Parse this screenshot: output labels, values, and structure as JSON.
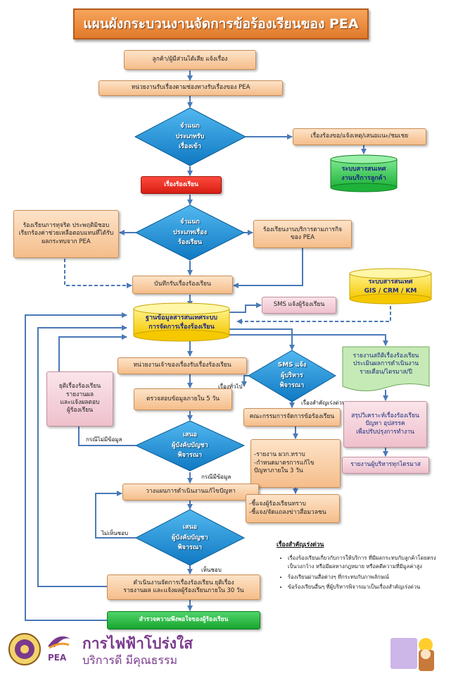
{
  "title": "แผนผังกระบวนงานจัดการข้อร้องเรียนของ PEA",
  "nodes": {
    "customer": "ลูกค้า/ผู้มีส่วนได้เสีย แจ้งเรื่อง",
    "receive_unit": "หน่วยงานรับเรื่องตามช่องทางรับเรื่องของ PEA",
    "classify_in": "จำแนก\nประเภทรับ\nเรื่องเข้า",
    "request_types": "เรื่องร้องขอ/แจ้งเหตุ/เสนอแนะ/ชมเชย",
    "info_system_service": "ระบบสารสนเทศ\nงานบริการลูกค้า",
    "complaint": "เรื่องร้องเรียน",
    "classify_complaint": "จำแนก\nประเภทเรื่อง\nร้องเรียน",
    "corruption": "ร้องเรียนการทุจริต ประพฤติมิชอบ\nเรียกร้องค่าช่วยเหลือตอบแทนที่ได้รับ\nผลกระทบจาก PEA",
    "business_service": "ร้องเรียนงานบริการตามภารกิจ\nของ PEA",
    "record": "บันทึกรับเรื่องร้องเรียน",
    "info_system_gis": "ระบบสารสนเทศ\nGIS / CRM / KM",
    "sms": "SMS แจ้งผู้ร้องเรียน",
    "database": "ฐานข้อมูลสารสนเทศระบบ\nการจัดการเรื่องร้องเรียน",
    "owner_unit": "หน่วยงานเจ้าของเรื่องรับเรื่องร้องเรียน",
    "check_data": "ตรวจสอบข้อมูลภายใน 5 วัน",
    "terminate": "ยุติเรื่องร้องเรียน\nรายงานผล\nและแจ้งผลตอบ\nผู้ร้องเรียน",
    "propose1": "เสนอ\nผู้บังคับบัญชา\nพิจารณา",
    "sms_exec": "SMS แจ้ง\nผู้บริหาร\nพิจารณา",
    "committee": "คณะกรรมการจัดการข้อร้องเรียน",
    "report_steps": "-รายงาน ผวก.ทราบ\n-กำหนดมาตรการแก้ไข\nปัญหาภายใน 3 วัน",
    "clarify": "-ชี้แจงผู้ร้องเรียนทราบ\n-ชี้แจง/จัดแถลงข่าวสื่อมวลชน",
    "stats": "รายงานสถิติเรื่องร้องเรียน\nประเมินผลการดำเนินงาน\nรายเดือน/ไตรมาส/ปี",
    "summary": "สรุปวิเคราะห์เรื่องร้องเรียน\nปัญหา อุปสรรค\nเพื่อปรับปรุงการทำงาน",
    "exec_report": "รายงานผู้บริหารทุกไตรมาส",
    "plan": "วางแผนการดำเนินงานแก้ไขปัญหา",
    "propose2": "เสนอ\nผู้บังคับบัญชา\nพิจารณา",
    "execute": "ดำเนินงานจัดการเรื่องร้องเรียน ยุติเรื่อง\nรายงานผล และแจ้งผลผู้ร้องเรียนภายใน 30 วัน",
    "survey": "สำรวจความพึงพอใจของผู้ร้องเรียน"
  },
  "edge_labels": {
    "general": "เรื่องทั่วไป",
    "urgent": "เรื่องสำคัญเร่งด่วน",
    "no_data": "กรณีไม่มีข้อมูล",
    "has_data": "กรณีมีข้อมูล",
    "disagree": "ไม่เห็นชอบ",
    "agree": "เห็นชอบ"
  },
  "notes": {
    "heading": "เรื่องสำคัญเร่งด่วน",
    "items": [
      "เรื่องร้องเรียนเกี่ยวกับการให้บริการ ที่มีผลกระทบกับลูกค้าโดยตรงเป็นวงกว้าง หรือมีผลทางกฎหมาย หรือคดีความที่มีมูลค่าสูง",
      "ร้องเรียนผ่านสื่อต่างๆ ที่กระทบกับภาพลักษณ์",
      "ข้อร้องเรียนอื่นๆ ที่ผู้บริหารพิจารณาเป็นเรื่องสำคัญเร่งด่วน"
    ]
  },
  "brand": {
    "logo_text": "PEA",
    "name": "การไฟฟ้าโปร่งใส",
    "slogan": "บริการดี มีคุณธรรม"
  },
  "colors": {
    "arrow": "#4a79b8",
    "diamond": "#1a8fd6",
    "complaint_red": "#e52b20",
    "green": "#22b33c",
    "cylinder_yellow": "#ffd800",
    "title_orange": "#ee8a3a"
  }
}
